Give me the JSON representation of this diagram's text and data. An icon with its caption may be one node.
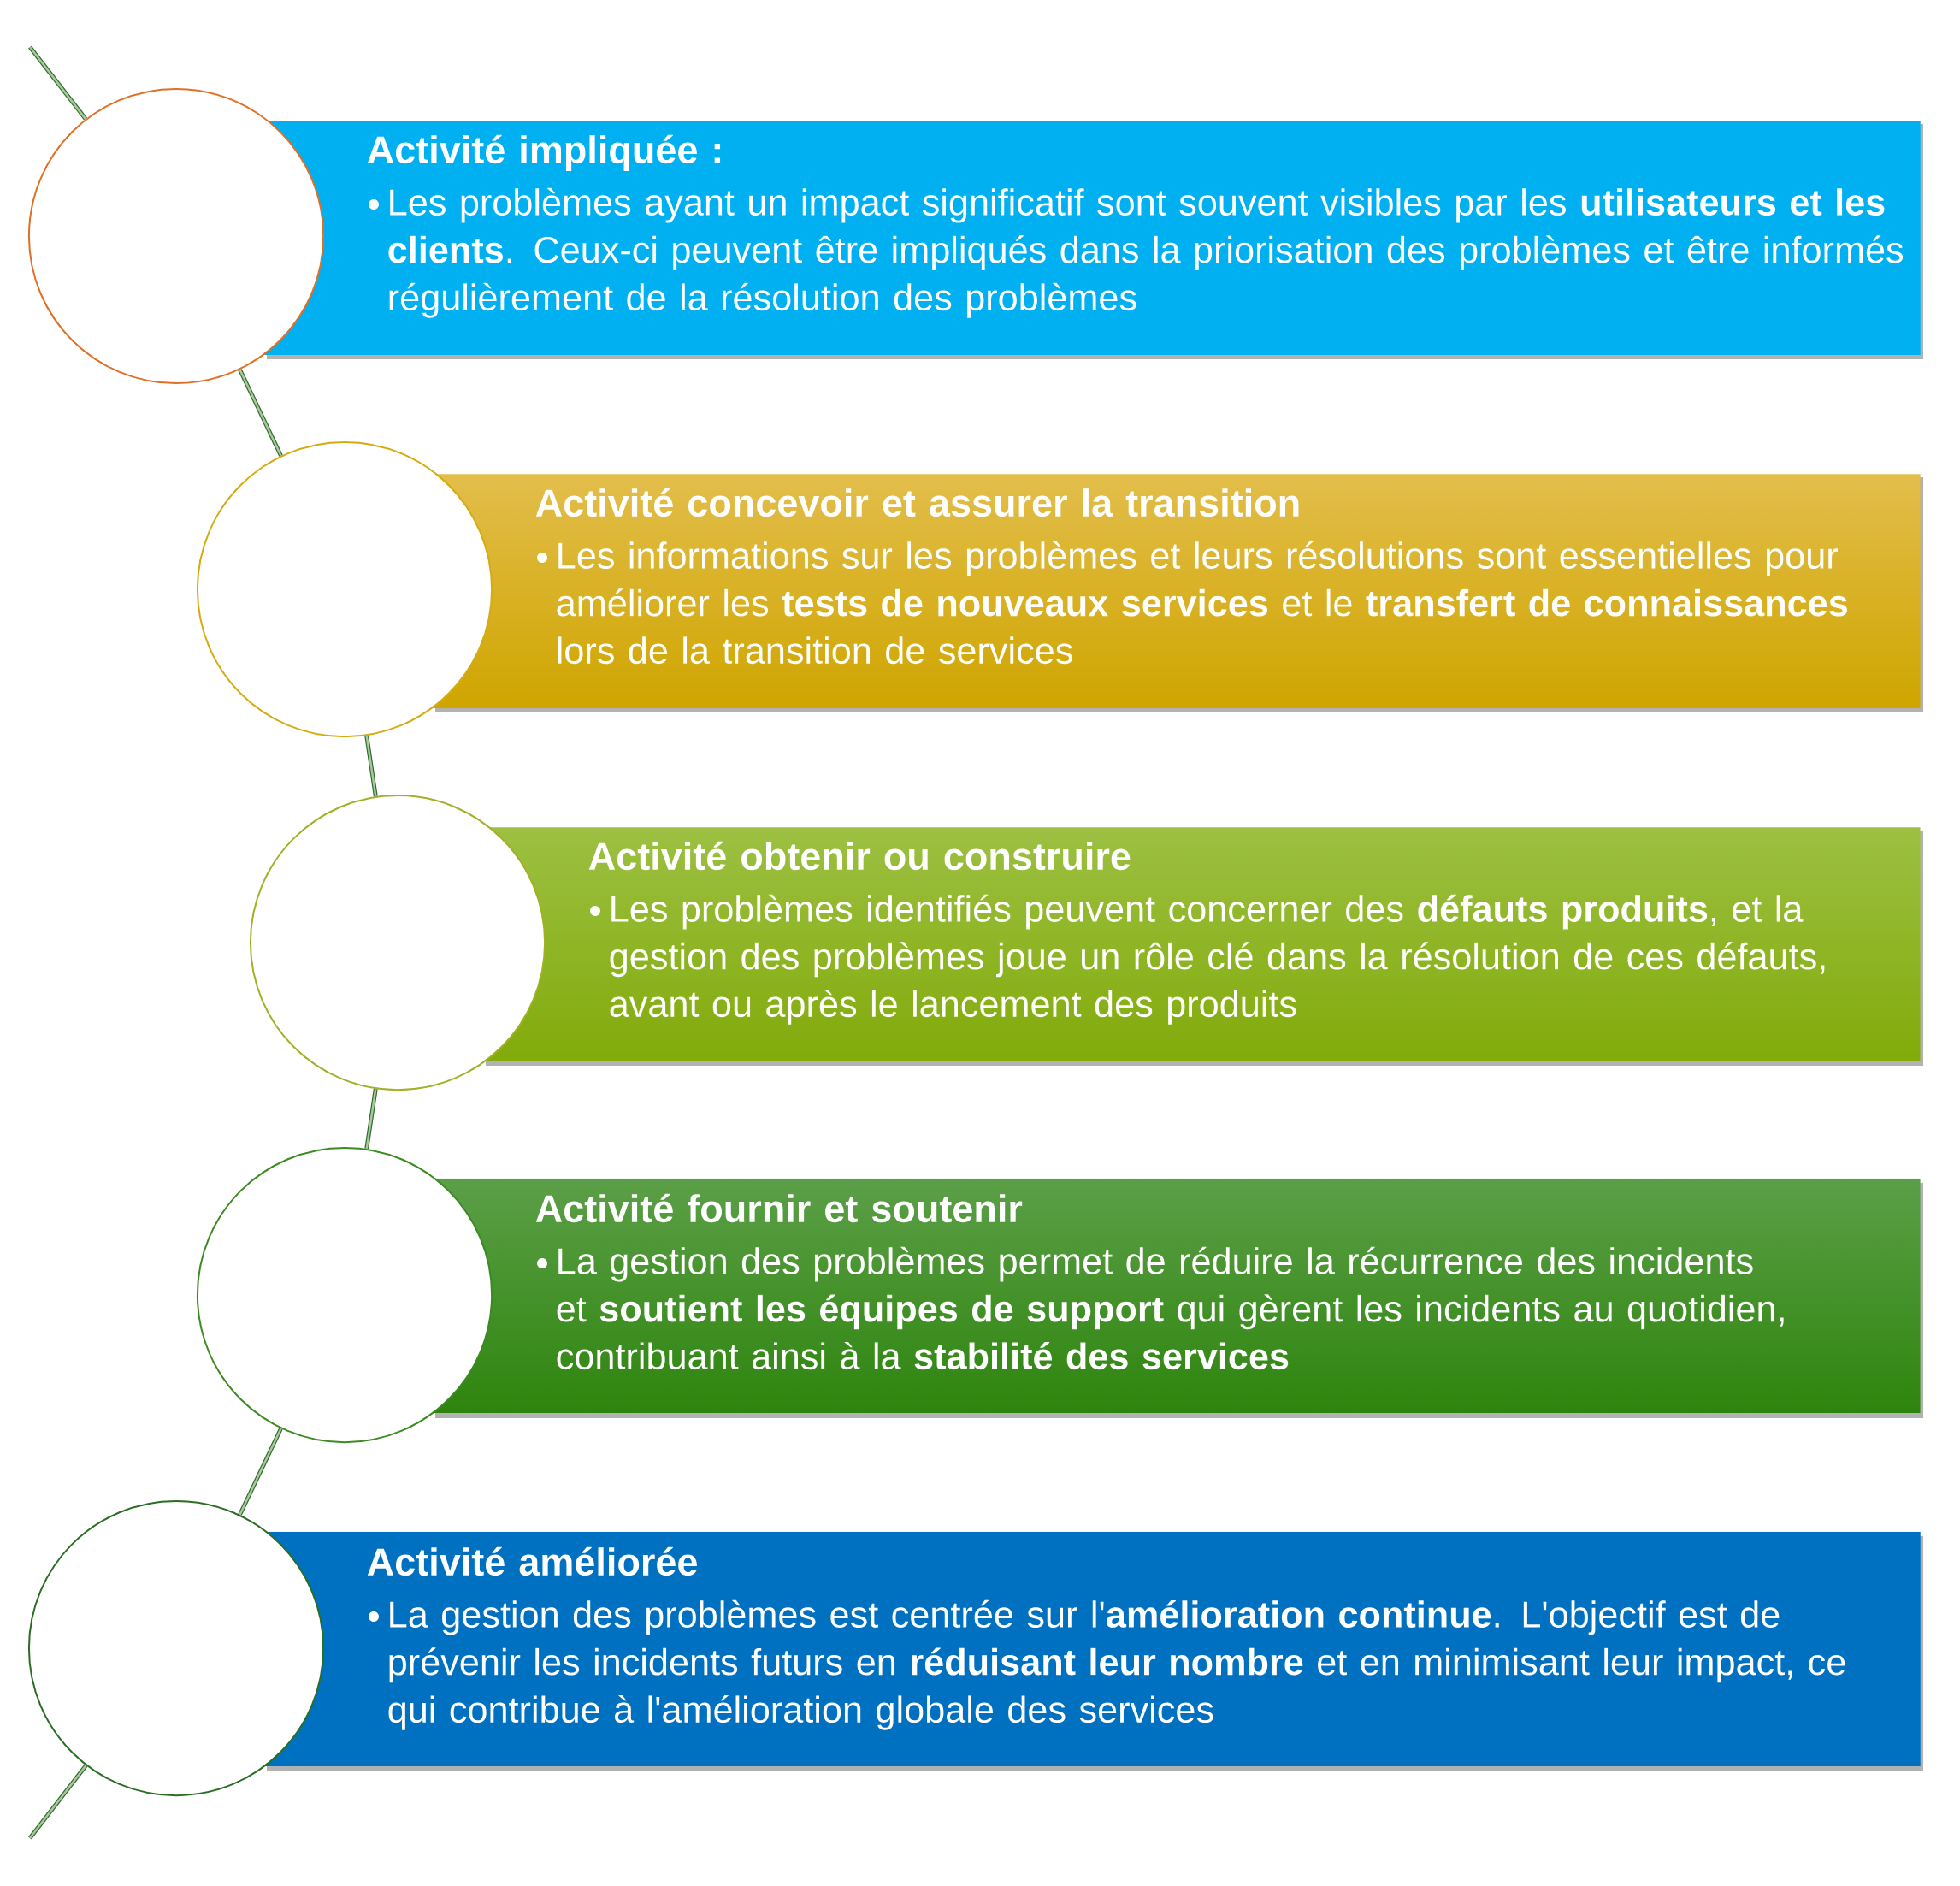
{
  "diagram": {
    "nodes": [
      {
        "text": [],
        "shape": "circle"
      },
      {
        "text": [
          "Activité impliquée :",
          "Les problèmes ayant un impact significatif sont souvent visibles par les **utilisateurs et les clients**. Ceux-ci peuvent être impliqués dans la priorisation des problèmes et être informés régulièrement de la résolution des problèmes"
        ]
      },
      {
        "text": [],
        "shape": "circle"
      },
      {
        "text": [
          "Activité concevoir et assurer la transition",
          "Les informations sur les problèmes et leurs résolutions sont essentielles pour améliorer les **tests de nouveaux services** et le **transfert de connaissances** lors de la transition de services"
        ]
      },
      {
        "text": [],
        "shape": "circle"
      },
      {
        "text": [
          "Activité obtenir ou construire",
          "Les problèmes identifiés peuvent concerner des **défauts produits**, et la gestion des problèmes joue un rôle clé dans la résolution de ces défauts, avant ou après le lancement des produits"
        ]
      },
      {
        "text": [],
        "shape": "circle"
      },
      {
        "text": [
          "Activité fournir et soutenir",
          "La gestion des problèmes permet de réduire la récurrence des incidents et **soutient les équipes de support** qui gèrent les incidents au quotidien, contribuant ainsi à la **stabilité des services**"
        ]
      },
      {
        "text": [],
        "shape": "circle"
      },
      {
        "text": [
          "Activité améliorée",
          "La gestion des problèmes est centrée sur l'**amélioration continue**. L'objectif est de prévenir les incidents futurs en **réduisant leur nombre** et en minimisant leur impact, ce qui contribue à l'amélioration globale des services"
        ]
      }
    ],
    "edges": [
      {
        "from": null,
        "to": 0,
        "arrow": "none"
      },
      {
        "from": 0,
        "to": 2,
        "arrow": "none"
      },
      {
        "from": 2,
        "to": 4,
        "arrow": "none"
      },
      {
        "from": 4,
        "to": 6,
        "arrow": "none"
      },
      {
        "from": 6,
        "to": 8,
        "arrow": "none"
      },
      {
        "from": 8,
        "to": null,
        "arrow": "none"
      }
    ]
  }
}
